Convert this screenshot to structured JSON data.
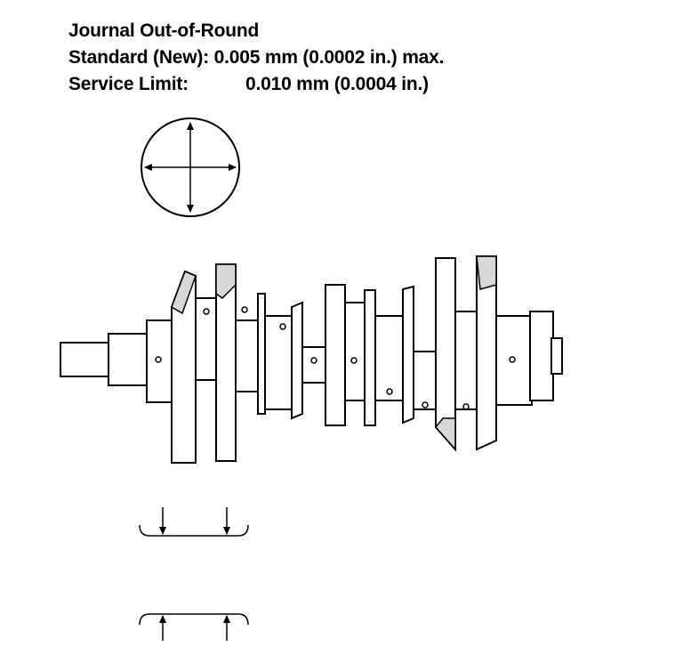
{
  "spec": {
    "title": "Journal Out-of-Round",
    "standard_label": "Standard (New):",
    "standard_value": "0.005 mm (0.0002 in.) max.",
    "service_label": "Service Limit:",
    "service_value": "0.010 mm (0.0004 in.)"
  },
  "icons": {
    "cross_section": "journal-cross-section-icon",
    "micrometer_top": "measure-arrows-down-icon",
    "micrometer_bottom": "measure-arrows-up-icon"
  }
}
